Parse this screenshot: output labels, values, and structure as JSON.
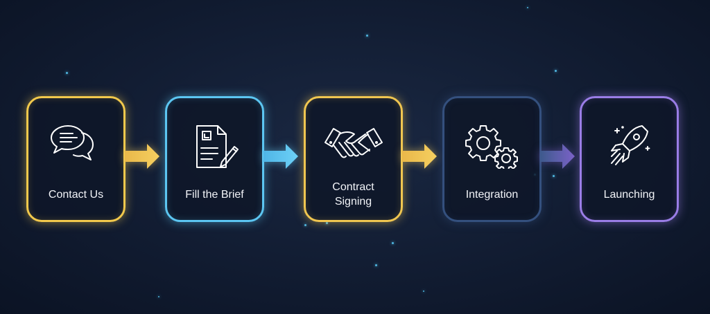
{
  "steps": [
    {
      "label": "Contact Us",
      "icon": "chat-bubbles-icon",
      "color": "#f2c94c"
    },
    {
      "label": "Fill the Brief",
      "icon": "document-pen-icon",
      "color": "#5cc6f2"
    },
    {
      "label": "Contract Signing",
      "icon": "handshake-icon",
      "color": "#f0c650"
    },
    {
      "label": "Integration",
      "icon": "gears-icon",
      "color": "#34507e"
    },
    {
      "label": "Launching",
      "icon": "rocket-icon",
      "color": "#9a7de6"
    }
  ],
  "arrows": [
    {
      "from": "#e9b84a",
      "to": "#f5cf60"
    },
    {
      "from": "#4fb5e6",
      "to": "#6dd1f7"
    },
    {
      "from": "#e9b84a",
      "to": "#f5cf60"
    },
    {
      "from": "#3d5a8c",
      "to": "#7b62c8"
    }
  ]
}
